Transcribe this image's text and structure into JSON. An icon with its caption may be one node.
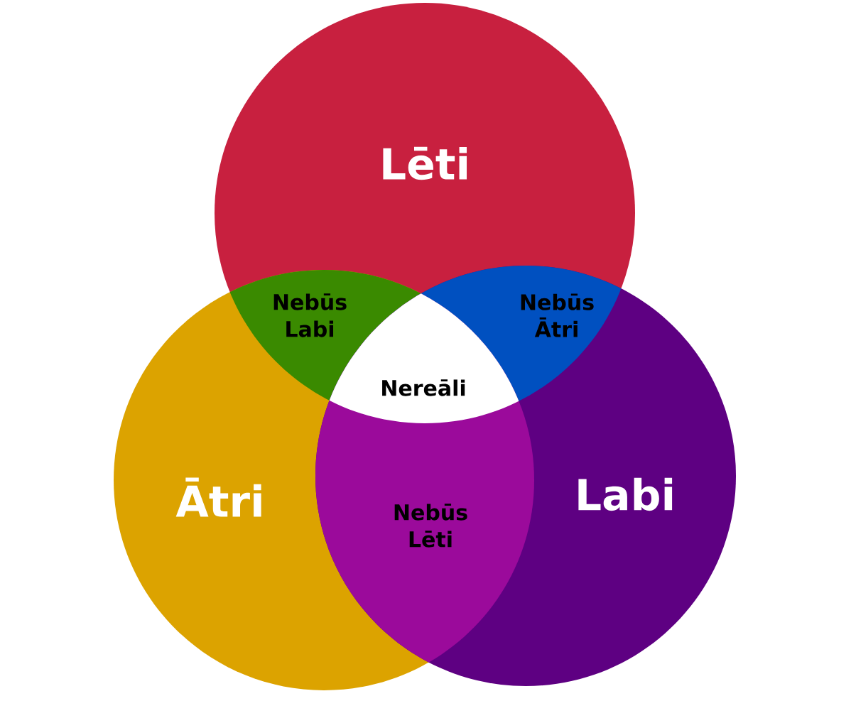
{
  "diagram": {
    "nodes": [
      {
        "text": [
          "Lēti"
        ]
      },
      {
        "text": [
          "Ātri"
        ]
      },
      {
        "text": [
          "Labi"
        ]
      },
      {
        "text": [
          "Nebūs Labi"
        ]
      },
      {
        "text": [
          "Nebūs Ātri"
        ]
      },
      {
        "text": [
          "Nebūs Lēti"
        ]
      },
      {
        "text": [
          "Nereāli"
        ]
      }
    ]
  }
}
